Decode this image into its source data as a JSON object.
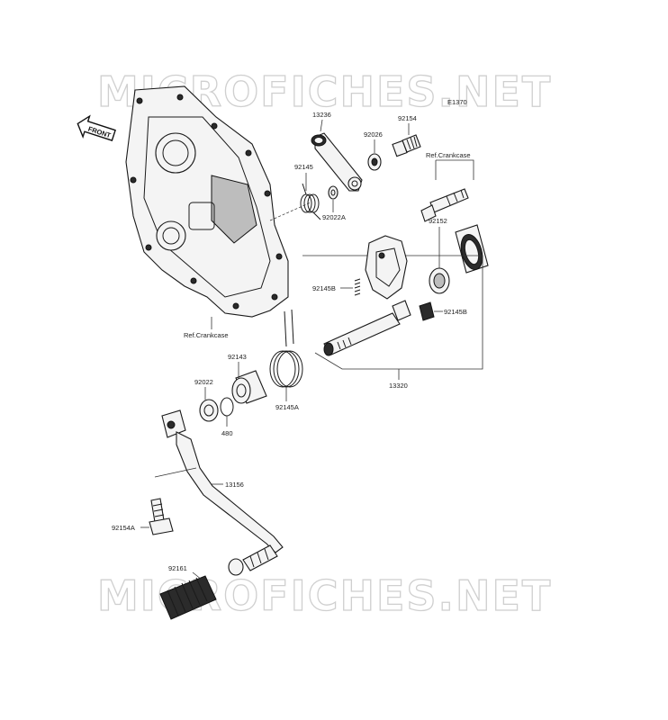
{
  "watermarks": [
    "MICROFICHES.NET",
    "MICROFICHES.NET"
  ],
  "front_arrow_label": "FRONT",
  "labels": {
    "code": "E1370",
    "p13236": "13236",
    "p92154": "92154",
    "p92026": "92026",
    "p92145": "92145",
    "p92022A": "92022A",
    "ref_crankcase_top": "Ref.Crankcase",
    "p92152": "92152",
    "p92145B_left": "92145B",
    "p92145B_right": "92145B",
    "ref_crankcase_bottom": "Ref.Crankcase",
    "p92143": "92143",
    "p92022": "92022",
    "p480": "480",
    "p92145A": "92145A",
    "p13320": "13320",
    "p13156": "13156",
    "p92154A": "92154A",
    "p92161": "92161"
  }
}
